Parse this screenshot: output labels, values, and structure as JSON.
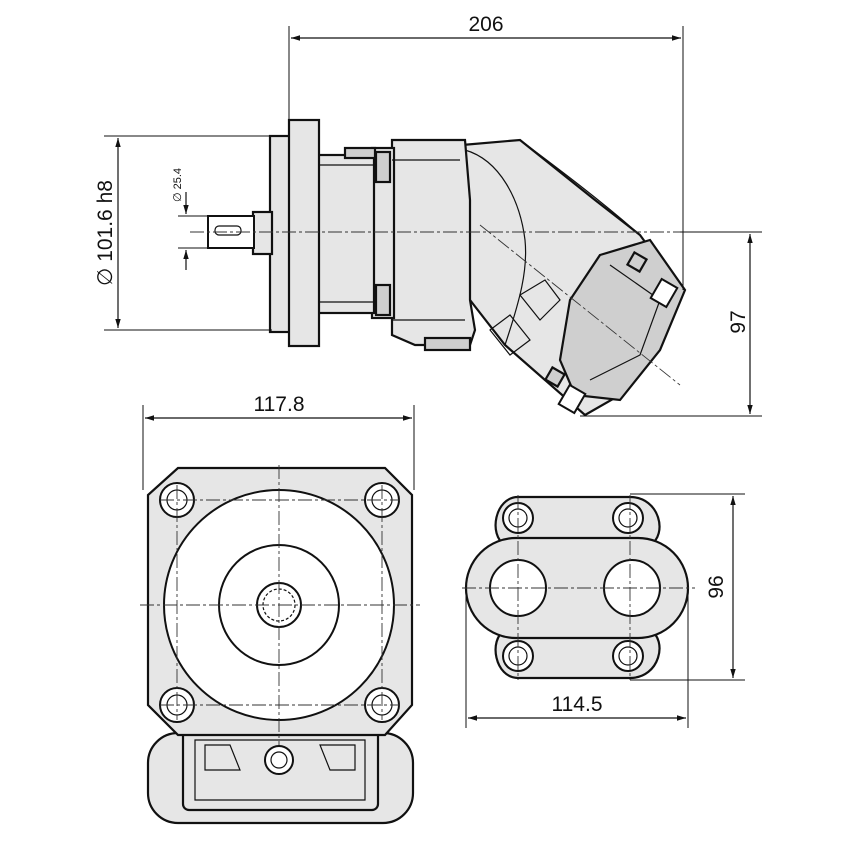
{
  "dimensions": {
    "overall_length": "206",
    "flange_diameter": "∅ 101.6 h8",
    "shaft_diameter": "∅ 25.4",
    "port_height": "97",
    "flange_width": "117.8",
    "port_plate_height": "96",
    "port_plate_width": "114.5"
  },
  "colors": {
    "line": "#111111",
    "body_fill": "#e6e6e6",
    "background": "#ffffff"
  }
}
